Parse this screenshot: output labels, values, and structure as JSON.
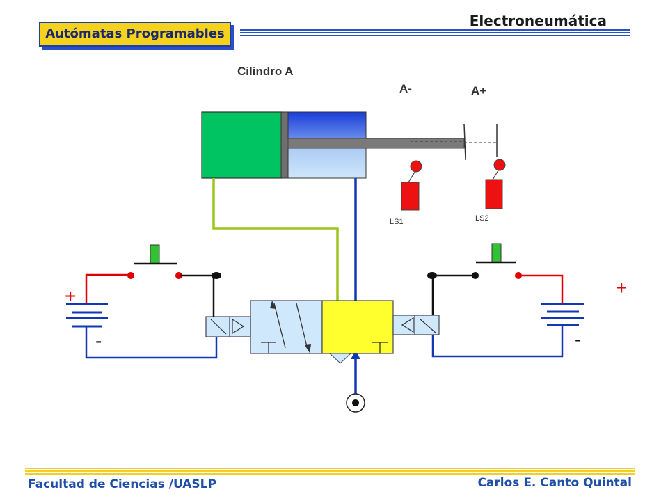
{
  "header": {
    "title": "Electroneumática",
    "subject": "Autómatas Programables"
  },
  "footer": {
    "left": "Facultad de Ciencias /UASLP",
    "right": "Carlos E. Canto Quintal"
  },
  "diagram": {
    "cylinder_label": "Cilindro A",
    "pos_minus_label": "A-",
    "pos_plus_label": "A+",
    "limit_switches": [
      {
        "label": "LS1"
      },
      {
        "label": "LS2"
      }
    ],
    "left_source": {
      "plus": "+",
      "minus": "-"
    },
    "right_source": {
      "plus": "+",
      "minus": "-"
    }
  },
  "colors": {
    "cylinder_chamber": "#00c462",
    "rod": "#777777",
    "blue_line": "#1238b4",
    "green_line": "#9dc41a",
    "red_wire": "#e00000",
    "valve_blue": "#cfe8fb",
    "valve_yellow": "#ffff2e",
    "switch_red": "#ee1111",
    "button_green": "#33c233"
  }
}
